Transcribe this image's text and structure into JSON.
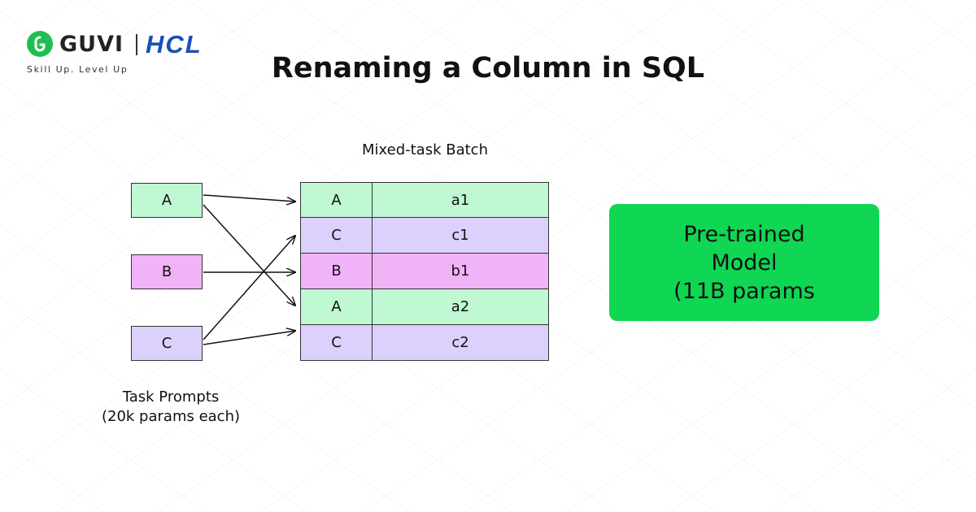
{
  "logo": {
    "brand": "GUVI",
    "partner": "HCL",
    "tagline": "Skill Up. Level Up"
  },
  "title": "Renaming a Column in SQL",
  "diagram": {
    "batch_label": "Mixed-task Batch",
    "prompts": [
      {
        "label": "A",
        "color": "#bff8d2"
      },
      {
        "label": "B",
        "color": "#f1b3f8"
      },
      {
        "label": "C",
        "color": "#dcd1fc"
      }
    ],
    "prompts_caption": "Task Prompts\n(20k params each)",
    "batch_rows": [
      {
        "task": "A",
        "value": "a1",
        "color": "#bff8d2"
      },
      {
        "task": "C",
        "value": "c1",
        "color": "#dcd1fc"
      },
      {
        "task": "B",
        "value": "b1",
        "color": "#f1b3f8"
      },
      {
        "task": "A",
        "value": "a2",
        "color": "#bff8d2"
      },
      {
        "task": "C",
        "value": "c2",
        "color": "#dcd1fc"
      }
    ],
    "model_label": "Pre-trained\nModel\n(11B params",
    "model_color": "#0fd653"
  }
}
